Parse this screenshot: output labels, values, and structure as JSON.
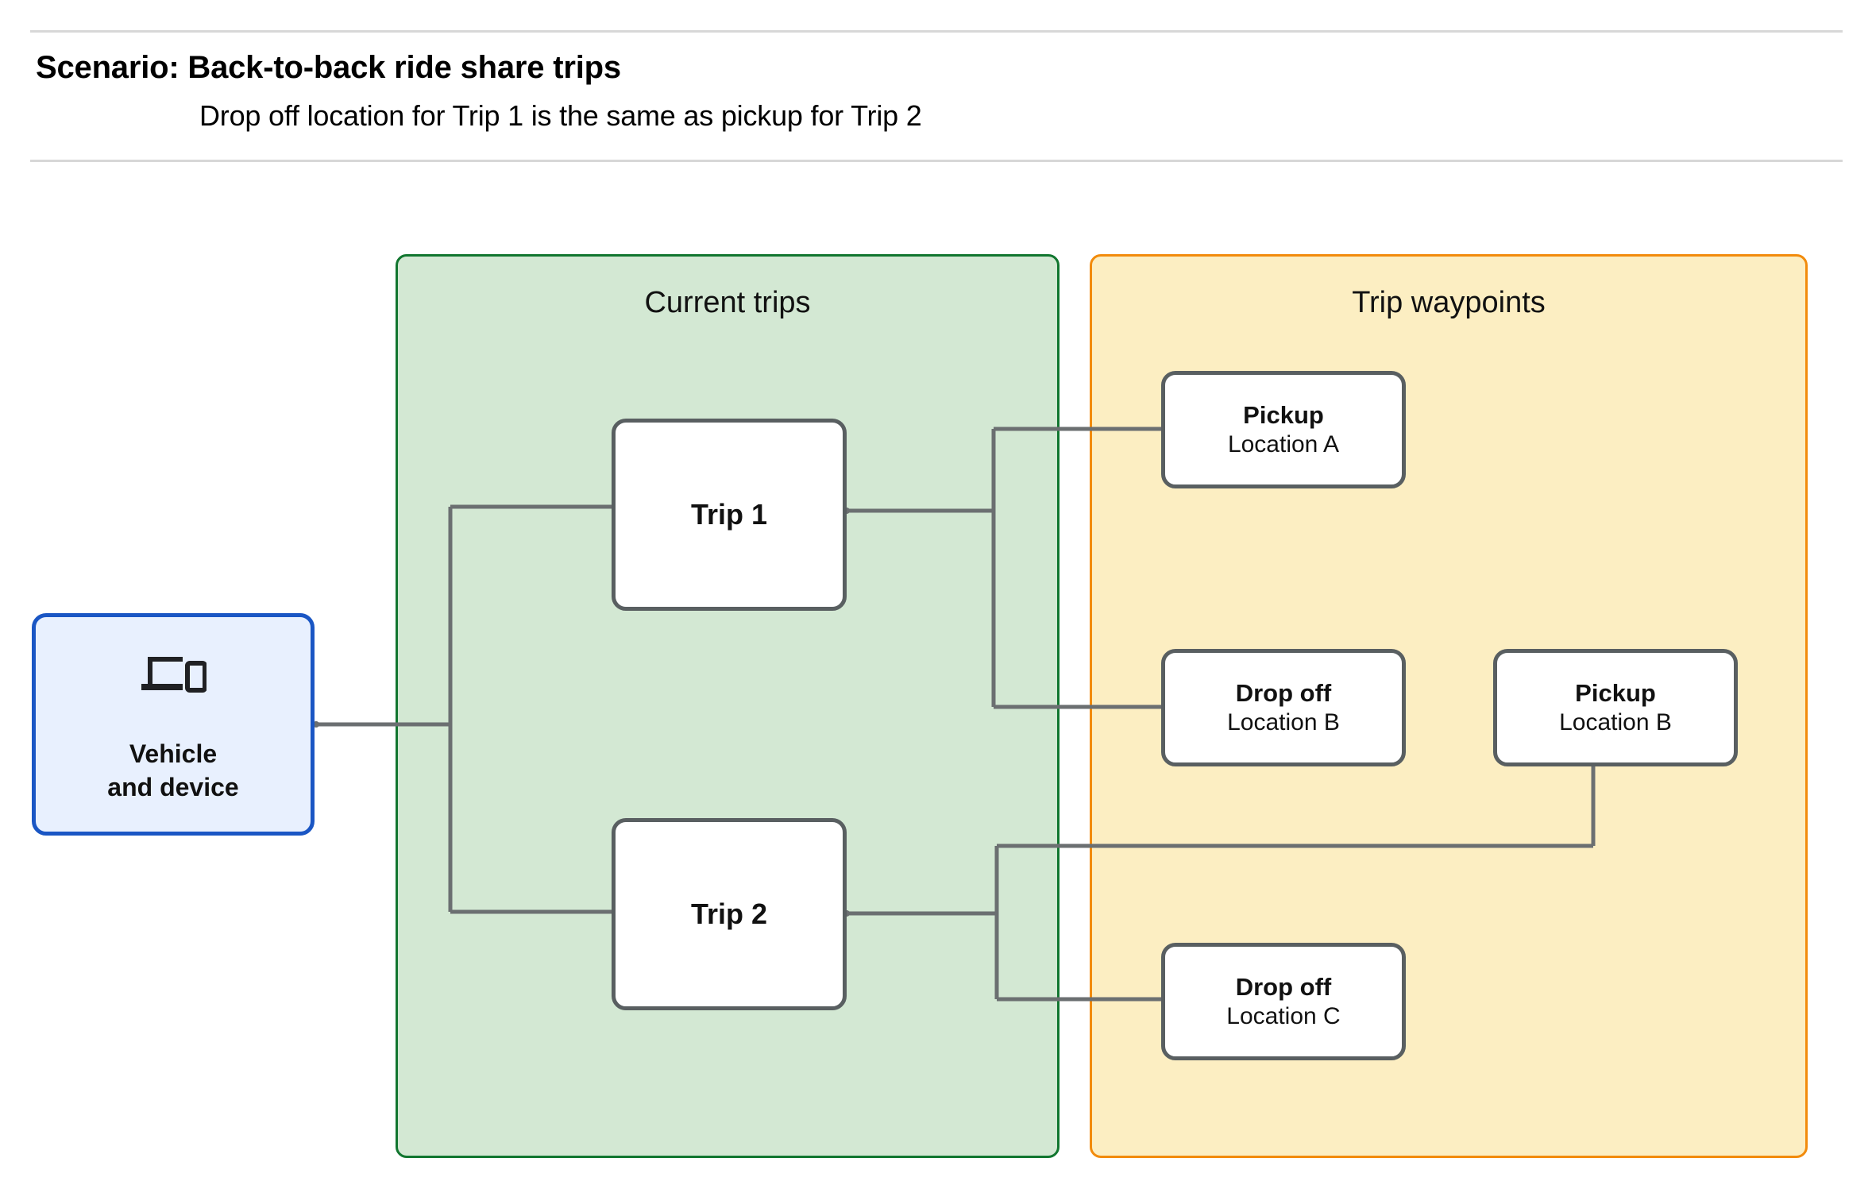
{
  "header": {
    "title": "Scenario: Back-to-back ride share trips",
    "subtitle": "Drop off  location for Trip 1 is the same as pickup for Trip 2"
  },
  "groups": {
    "current_trips": {
      "title": "Current trips",
      "fill": "#d3e8d3",
      "border": "#11762f"
    },
    "trip_waypoints": {
      "title": "Trip waypoints",
      "fill": "#fceec2",
      "border": "#f28b0c"
    }
  },
  "vehicle": {
    "label": "Vehicle\nand device",
    "icon": "laptop-and-phone-icon",
    "fill": "#e8f0fe",
    "border": "#1a56c4"
  },
  "trips": [
    {
      "label": "Trip 1"
    },
    {
      "label": "Trip 2"
    }
  ],
  "waypoints": [
    {
      "kind": "Pickup",
      "location": "Location A"
    },
    {
      "kind": "Drop off",
      "location": "Location B"
    },
    {
      "kind": "Pickup",
      "location": "Location B"
    },
    {
      "kind": "Drop off",
      "location": "Location C"
    }
  ],
  "connector_color": "#6b6f71"
}
